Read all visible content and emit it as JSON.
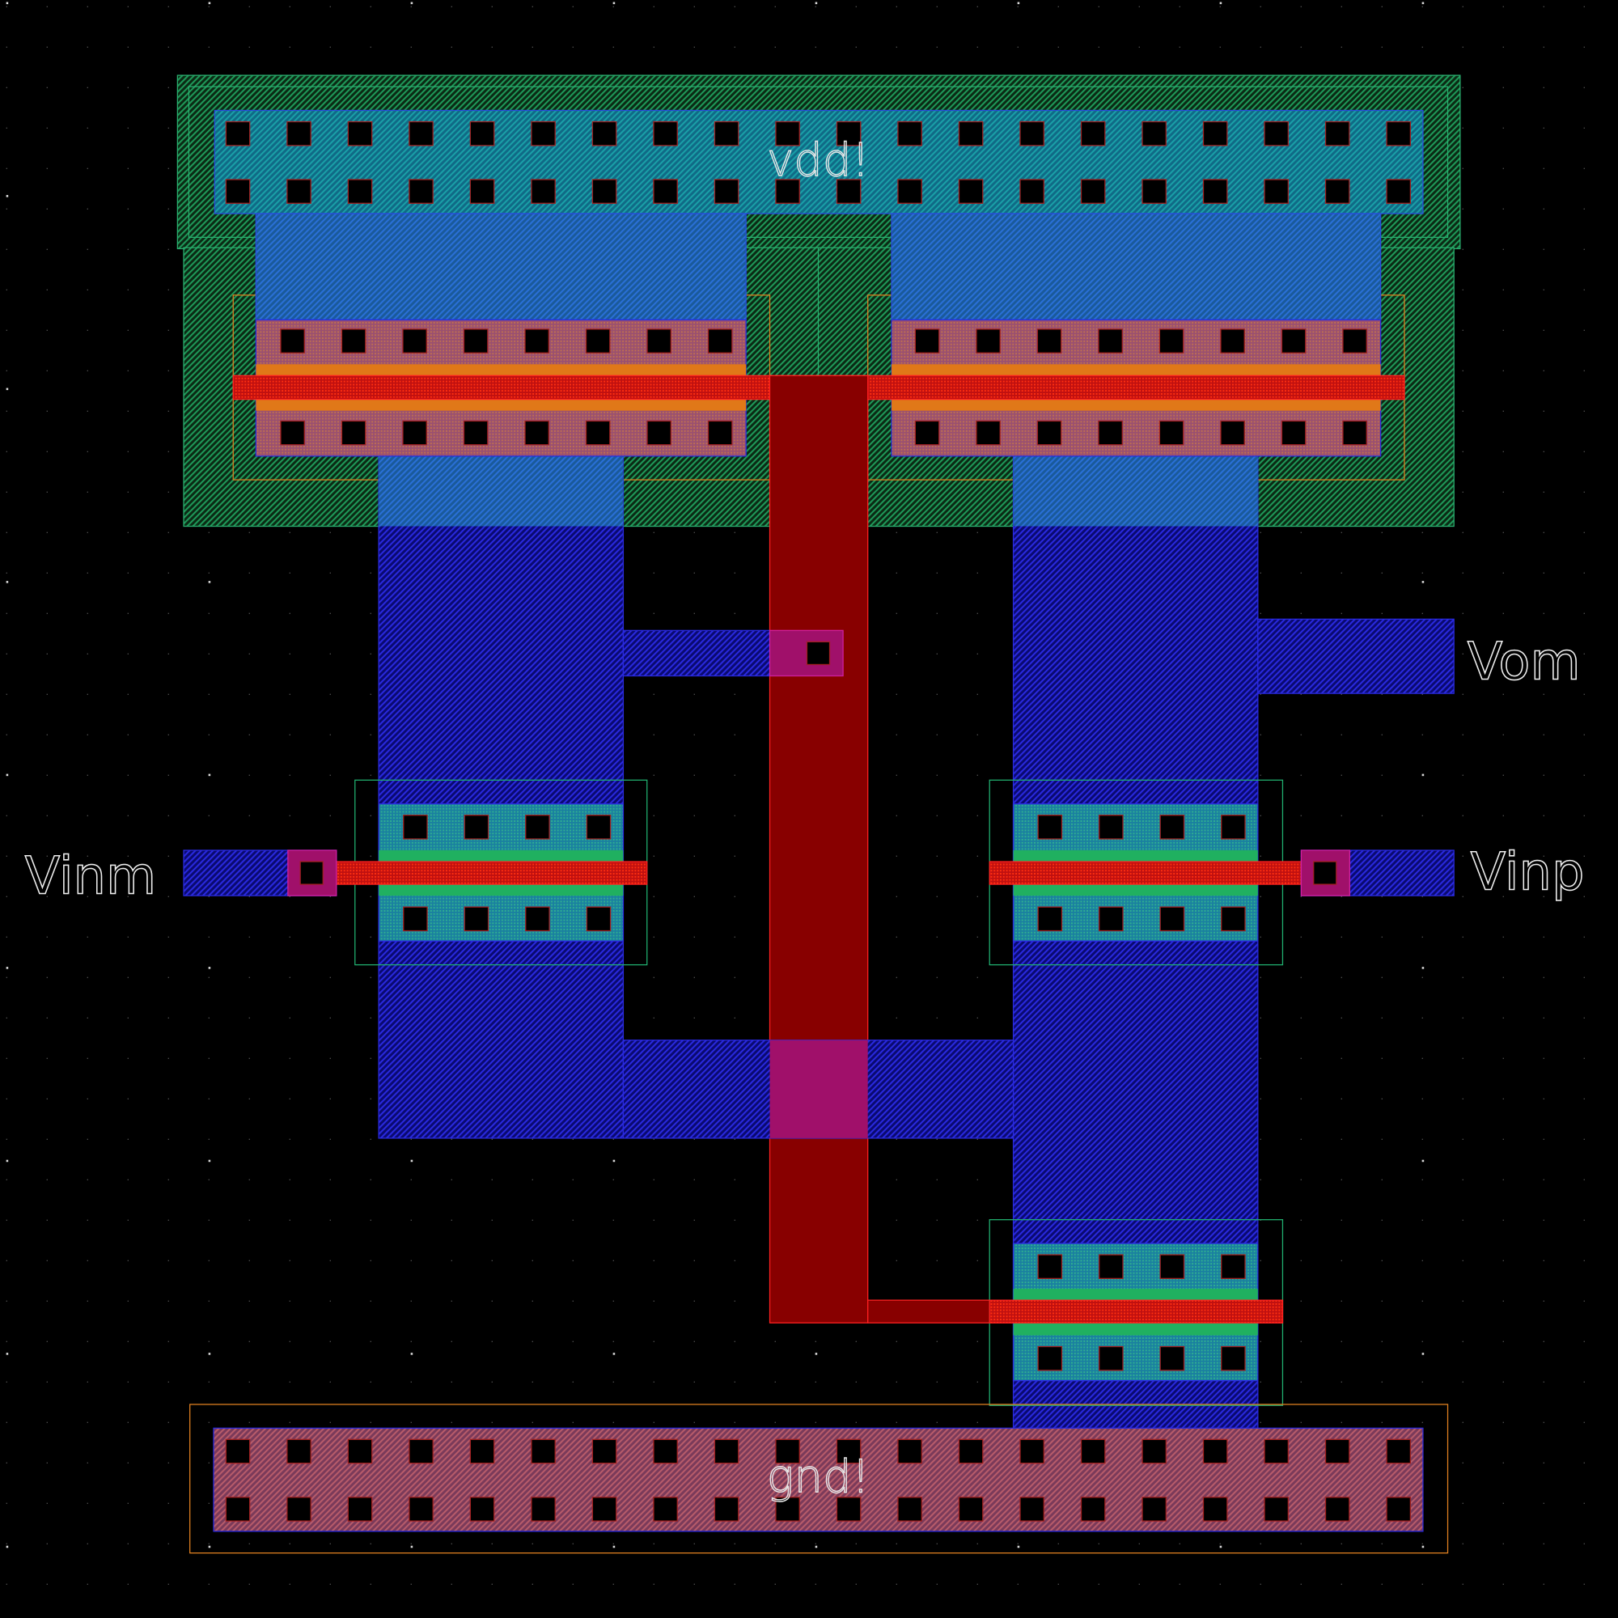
{
  "layout": {
    "nets": {
      "supply": "vdd!",
      "ground": "gnd!",
      "output": "Vom",
      "input_minus": "Vinm",
      "input_plus": "Vinp"
    },
    "colors": {
      "background": "#000000",
      "nwell": "#1f9a5a",
      "metal1": "#1a1ad8",
      "poly": "#e01010",
      "pdiff": "#c86060",
      "ndiff": "#20a0a0",
      "contact": "#000000",
      "via": "#b0107a",
      "outline_orange": "#e08020"
    }
  }
}
